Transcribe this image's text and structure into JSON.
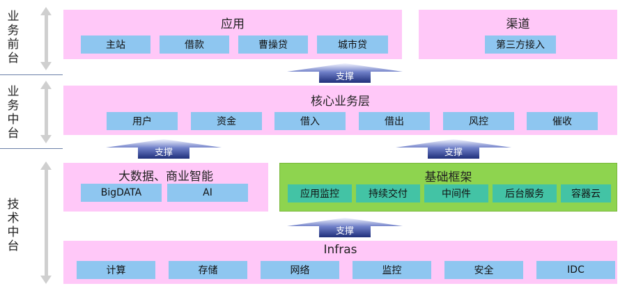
{
  "side": {
    "front": "业务前台",
    "middle": "业务中台",
    "tech": "技术中台"
  },
  "app": {
    "title": "应用",
    "items": [
      "主站",
      "借款",
      "曹操贷",
      "城市贷"
    ]
  },
  "channel": {
    "title": "渠道",
    "items": [
      "第三方接入"
    ]
  },
  "core": {
    "title": "核心业务层",
    "items": [
      "用户",
      "资金",
      "借入",
      "借出",
      "风控",
      "催收"
    ]
  },
  "bigdata": {
    "title": "大数据、商业智能",
    "items": [
      "BigDATA",
      "AI"
    ]
  },
  "framework": {
    "title": "基础框架",
    "items": [
      "应用监控",
      "持续交付",
      "中间件",
      "后台服务",
      "容器云"
    ]
  },
  "infras": {
    "title": "Infras",
    "items": [
      "计算",
      "存储",
      "网络",
      "监控",
      "安全",
      "IDC"
    ]
  },
  "support_label": "支撑",
  "colors": {
    "panel_pink": "#ffc8f8",
    "box_blue": "#8ec6f0",
    "panel_green": "#8ed44f",
    "box_teal": "#43c3a5",
    "arrow_navy": "#1f2f7a"
  }
}
